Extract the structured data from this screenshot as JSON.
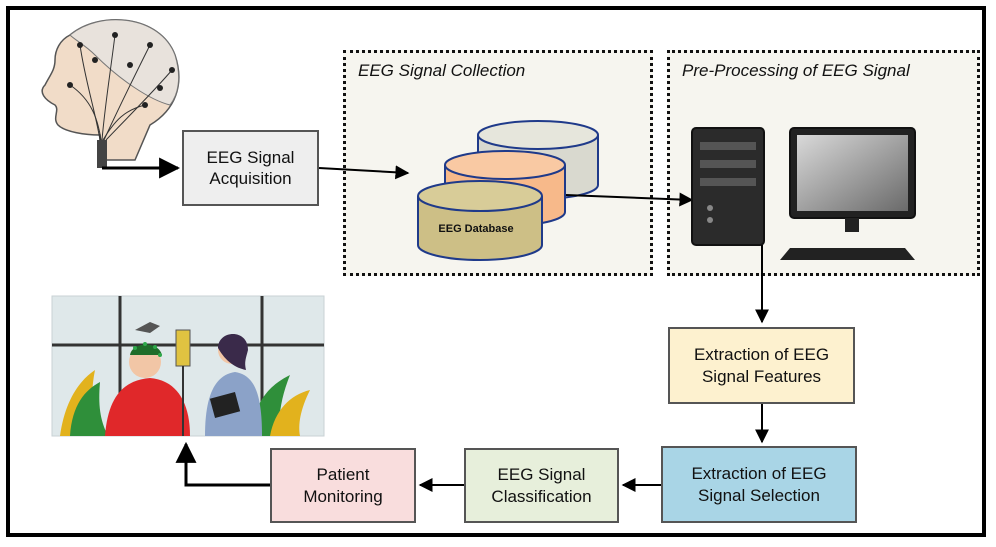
{
  "panels": {
    "collection_title": "EEG Signal  Collection",
    "preprocess_title": "Pre-Processing of EEG Signal"
  },
  "database_label": "EEG Database",
  "boxes": {
    "acquisition": "EEG Signal Acquisition",
    "extraction_features": "Extraction of EEG Signal Features",
    "extraction_selection": "Extraction of EEG Signal Selection",
    "classification": "EEG Signal Classification",
    "monitoring": "Patient Monitoring"
  },
  "colors": {
    "acquisition": "#eeeeee",
    "extraction_features": "#fdf1cf",
    "extraction_selection": "#a9d5e6",
    "classification": "#e7efdb",
    "monitoring": "#f9dddd",
    "db_top": "#d9d9cf",
    "db_mid": "#f7b98a",
    "db_front": "#cdbf86"
  },
  "icons": [
    "head-with-electrodes-icon",
    "database-icon",
    "computer-tower-icon",
    "monitor-icon",
    "patient-doctor-illustration"
  ]
}
